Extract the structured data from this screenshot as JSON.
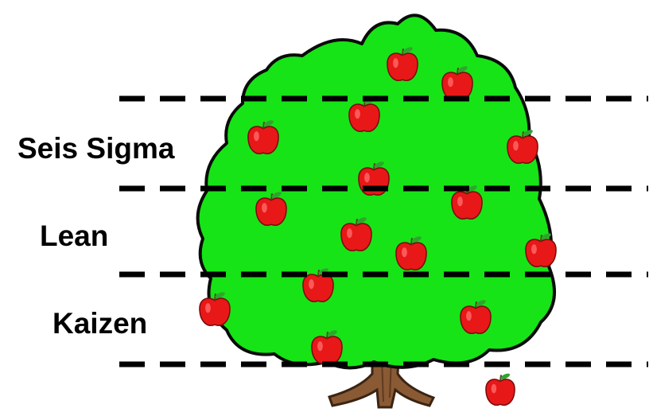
{
  "labels": {
    "seis_sigma": "Seis Sigma",
    "lean": "Lean",
    "kaizen": "Kaizen"
  },
  "colors": {
    "foliage": "#16e416",
    "foliage_outline": "#0b0b0b",
    "apple": "#e81818",
    "apple_highlight": "#ff6a6a",
    "leaf": "#2fa52f",
    "trunk": "#8a5a34",
    "dash": "#000000"
  }
}
